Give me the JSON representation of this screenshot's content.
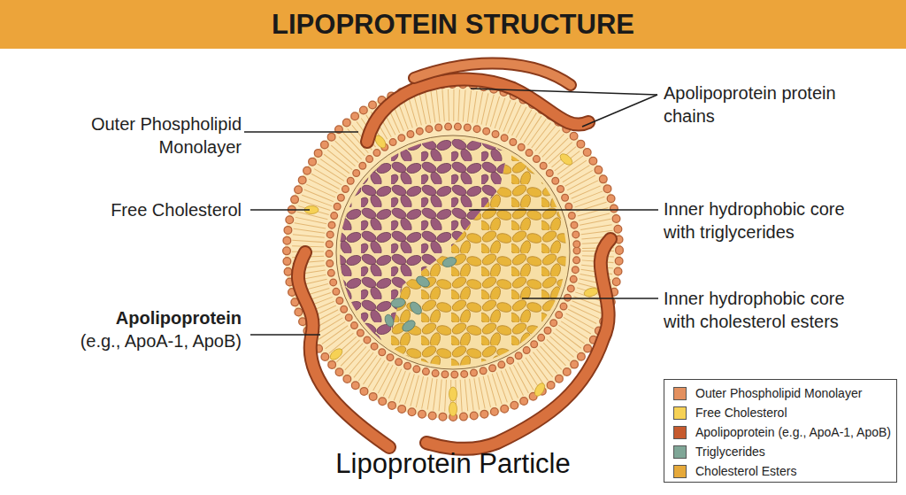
{
  "diagram": {
    "title": "LIPOPROTEIN STRUCTURE",
    "caption": "Lipoprotein Particle",
    "labels": [
      "Outer Phospholipid Monolayer",
      "Free Cholesterol",
      "Apolipoprotein",
      "(e.g., ApoA-1, ApoB)",
      "Apolipoprotein protein chains",
      "Inner hydrophobic core with triglycerides",
      "Inner hydrophobic core with cholesterol esters"
    ],
    "legend": [
      {
        "text": "Outer Phospholipid Monolayer",
        "color": "#e3905f"
      },
      {
        "text": "Free Cholesterol",
        "color": "#f6d155"
      },
      {
        "text": "Apolipoprotein (e.g., ApoA-1, ApoB)",
        "color": "#c65a2e"
      },
      {
        "text": "Triglycerides",
        "color": "#7fa697"
      },
      {
        "text": "Cholesterol Esters",
        "color": "#e6a93a"
      }
    ]
  }
}
